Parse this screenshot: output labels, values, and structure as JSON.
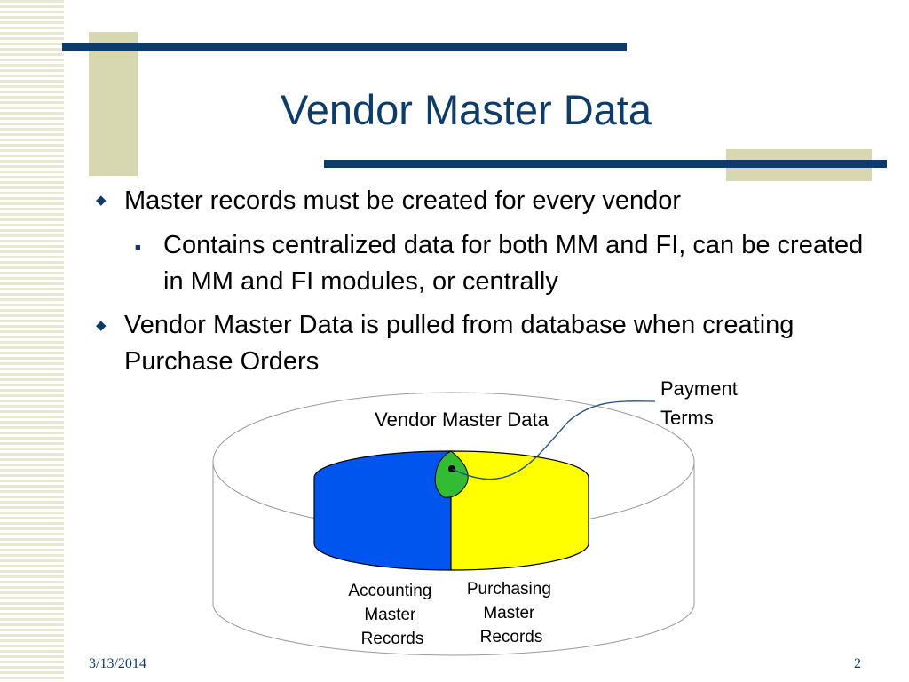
{
  "slide": {
    "title": "Vendor Master Data",
    "bullets": [
      "Master records must be created for every vendor",
      "Contains centralized data for both MM and FI, can be created in MM and FI modules, or centrally",
      "Vendor Master Data is pulled from database when creating Purchase Orders"
    ]
  },
  "diagram": {
    "container_label": "Vendor Master Data",
    "callout_label": [
      "Payment",
      "Terms"
    ],
    "left_cylinder_label": [
      "Accounting",
      "Master",
      "Records"
    ],
    "right_cylinder_label": [
      "Purchasing",
      "Master",
      "Records"
    ],
    "colors": {
      "accounting": "#0055ee",
      "purchasing": "#ffff00",
      "overlap": "#33bb33",
      "accent": "#0e3c6a",
      "decor": "#d8d8b0"
    }
  },
  "footer": {
    "date": "3/13/2014",
    "page": "2"
  }
}
